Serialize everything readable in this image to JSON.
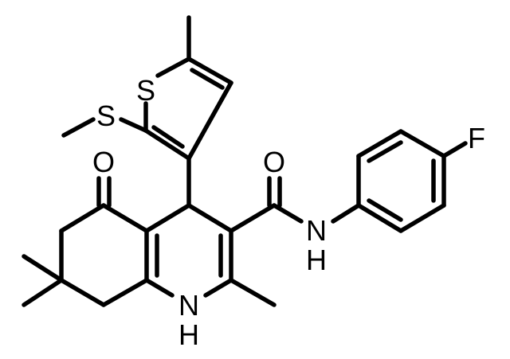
{
  "atoms": {
    "sulfur_ring": "S",
    "sulfur_methylthio": "S",
    "oxygen_ketone": "O",
    "oxygen_amide": "O",
    "fluorine": "F",
    "amide_n": "N",
    "amide_h": "H",
    "ring_n": "N",
    "ring_h": "H"
  },
  "colors": {
    "ink": "#000000",
    "background": "#ffffff"
  }
}
